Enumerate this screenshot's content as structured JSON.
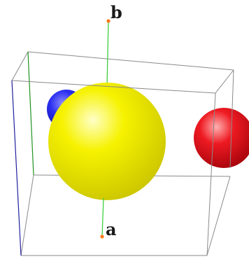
{
  "labels": {
    "top": "b",
    "bottom": "a"
  },
  "spheres": [
    {
      "name": "blue",
      "color": "#1c20e0"
    },
    {
      "name": "yellow",
      "color": "#f4f000"
    },
    {
      "name": "red",
      "color": "#e8101a"
    }
  ],
  "colors": {
    "box_edges": "#8a8a8a",
    "box_edge_blue": "#2020a0",
    "box_edge_green": "#209020",
    "axis_line": "#3fcf3f",
    "axis_point": "#ff7a1a"
  }
}
